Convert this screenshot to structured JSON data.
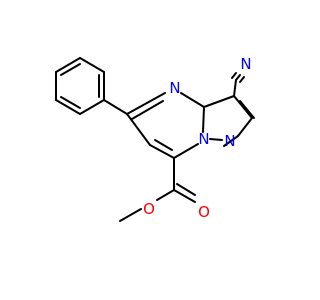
{
  "molecule": {
    "atoms": [
      {
        "symbol": "N",
        "role": "nitrile-nitrogen"
      },
      {
        "symbol": "N",
        "role": "ring-nitrogen-pyrimidine"
      },
      {
        "symbol": "N",
        "role": "ring-nitrogen-bridgehead"
      },
      {
        "symbol": "N",
        "role": "ring-nitrogen-pyrazole"
      },
      {
        "symbol": "O",
        "role": "carbonyl-oxygen"
      },
      {
        "symbol": "O",
        "role": "ester-oxygen"
      }
    ]
  },
  "colors": {
    "bond": "#000000",
    "nitrogen": "#0000ff",
    "oxygen": "#ff0000",
    "background": "#ffffff"
  }
}
